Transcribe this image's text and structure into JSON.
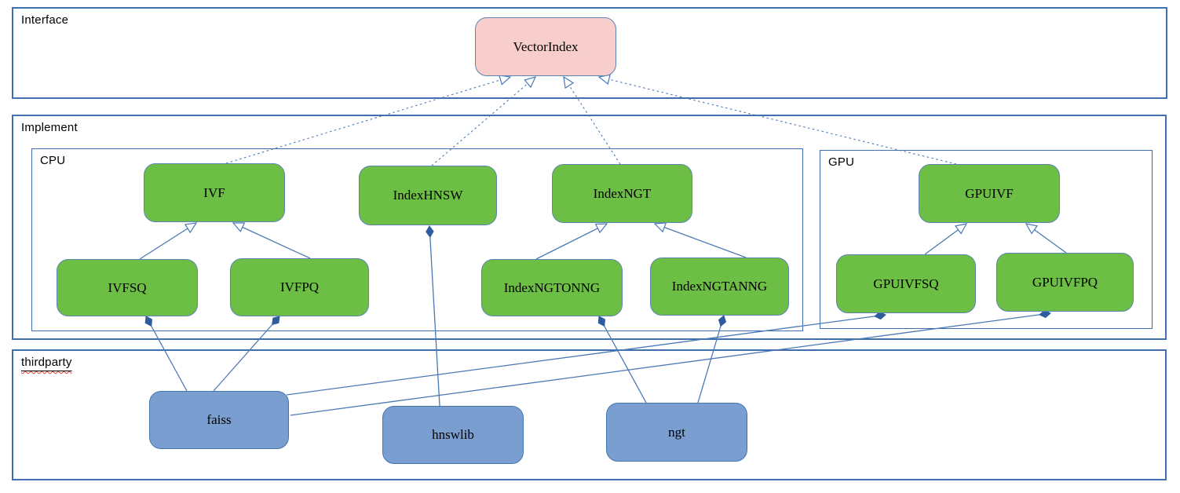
{
  "diagram": {
    "containers": [
      {
        "id": "interface",
        "label": "Interface"
      },
      {
        "id": "implement",
        "label": "Implement"
      },
      {
        "id": "cpu",
        "label": "CPU"
      },
      {
        "id": "gpu",
        "label": "GPU"
      },
      {
        "id": "thirdparty",
        "label": "thirdparty"
      }
    ],
    "nodes": [
      {
        "id": "vectorindex",
        "label": "VectorIndex",
        "kind": "interface"
      },
      {
        "id": "ivf",
        "label": "IVF",
        "kind": "class"
      },
      {
        "id": "ivfsq",
        "label": "IVFSQ",
        "kind": "class"
      },
      {
        "id": "ivfpq",
        "label": "IVFPQ",
        "kind": "class"
      },
      {
        "id": "indexhnsw",
        "label": "IndexHNSW",
        "kind": "class"
      },
      {
        "id": "indexngt",
        "label": "IndexNGT",
        "kind": "class"
      },
      {
        "id": "indexngtonng",
        "label": "IndexNGTONNG",
        "kind": "class"
      },
      {
        "id": "indexngtanng",
        "label": "IndexNGTANNG",
        "kind": "class"
      },
      {
        "id": "gpuivf",
        "label": "GPUIVF",
        "kind": "class"
      },
      {
        "id": "gpuivfsq",
        "label": "GPUIVFSQ",
        "kind": "class"
      },
      {
        "id": "gpuivfpq",
        "label": "GPUIVFPQ",
        "kind": "class"
      },
      {
        "id": "faiss",
        "label": "faiss",
        "kind": "library"
      },
      {
        "id": "hnswlib",
        "label": "hnswlib",
        "kind": "library"
      },
      {
        "id": "ngt",
        "label": "ngt",
        "kind": "library"
      }
    ],
    "edges": [
      {
        "from": "ivf",
        "to": "vectorindex",
        "relation": "implements"
      },
      {
        "from": "indexhnsw",
        "to": "vectorindex",
        "relation": "implements"
      },
      {
        "from": "indexngt",
        "to": "vectorindex",
        "relation": "implements"
      },
      {
        "from": "gpuivf",
        "to": "vectorindex",
        "relation": "implements"
      },
      {
        "from": "ivfsq",
        "to": "ivf",
        "relation": "inherits"
      },
      {
        "from": "ivfpq",
        "to": "ivf",
        "relation": "inherits"
      },
      {
        "from": "indexngtonng",
        "to": "indexngt",
        "relation": "inherits"
      },
      {
        "from": "indexngtanng",
        "to": "indexngt",
        "relation": "inherits"
      },
      {
        "from": "gpuivfsq",
        "to": "gpuivf",
        "relation": "inherits"
      },
      {
        "from": "gpuivfpq",
        "to": "gpuivf",
        "relation": "inherits"
      },
      {
        "from": "ivfsq",
        "to": "faiss",
        "relation": "composes"
      },
      {
        "from": "ivfpq",
        "to": "faiss",
        "relation": "composes"
      },
      {
        "from": "indexhnsw",
        "to": "hnswlib",
        "relation": "composes"
      },
      {
        "from": "indexngtonng",
        "to": "ngt",
        "relation": "composes"
      },
      {
        "from": "indexngtanng",
        "to": "ngt",
        "relation": "composes"
      },
      {
        "from": "gpuivfsq",
        "to": "faiss",
        "relation": "composes"
      },
      {
        "from": "gpuivfpq",
        "to": "faiss",
        "relation": "composes"
      }
    ],
    "colors": {
      "interface_fill": "#f8cecc",
      "class_fill": "#6cbe45",
      "library_fill": "#7a9ed0",
      "edge_stroke": "#4a79b6",
      "diamond_fill": "#2e5c9e",
      "container_border": "#3f6fae",
      "spellcheck_squiggle": "#e03a2f"
    }
  }
}
